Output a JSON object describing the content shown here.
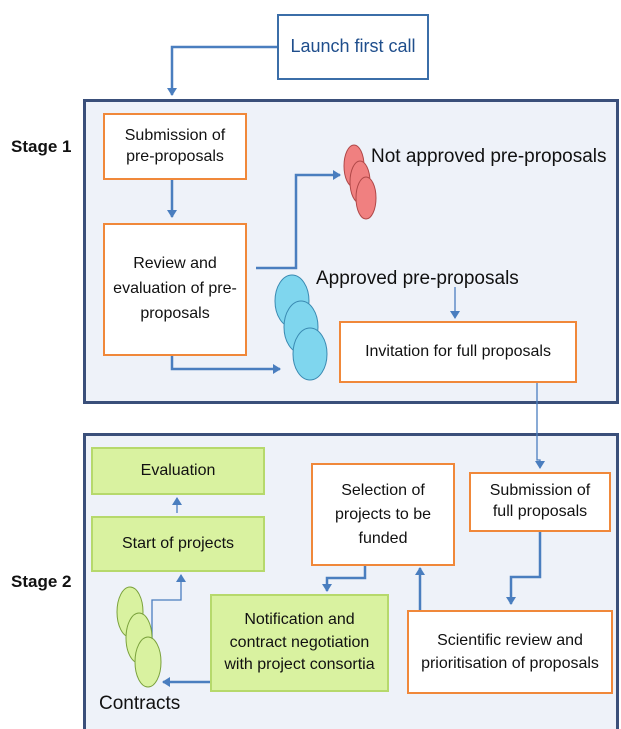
{
  "launch": {
    "label": "Launch first call"
  },
  "stage1": {
    "label": "Stage 1",
    "submission": "Submission of pre-proposals",
    "review": "Review and evaluation of pre-proposals",
    "not_approved": "Not approved pre-proposals",
    "approved": "Approved pre-proposals",
    "invitation": "Invitation for full proposals"
  },
  "stage2": {
    "label": "Stage 2",
    "evaluation": "Evaluation",
    "start_projects": "Start of projects",
    "selection": "Selection of projects to be funded",
    "submission_full": "Submission of full proposals",
    "scientific_review": "Scientific review and prioritisation of proposals",
    "notification": "Notification and contract negotiation with project consortia",
    "contracts": "Contracts"
  },
  "colors": {
    "panel_border": "#3a4f7a",
    "panel_fill": "#eef2f9",
    "orange_border": "#f0883a",
    "green_fill": "#d9f2a0",
    "arrow": "#4a7ebf",
    "red_oval": "#f08080",
    "blue_oval": "#7fd6ee",
    "green_oval": "#d9f2a0"
  }
}
